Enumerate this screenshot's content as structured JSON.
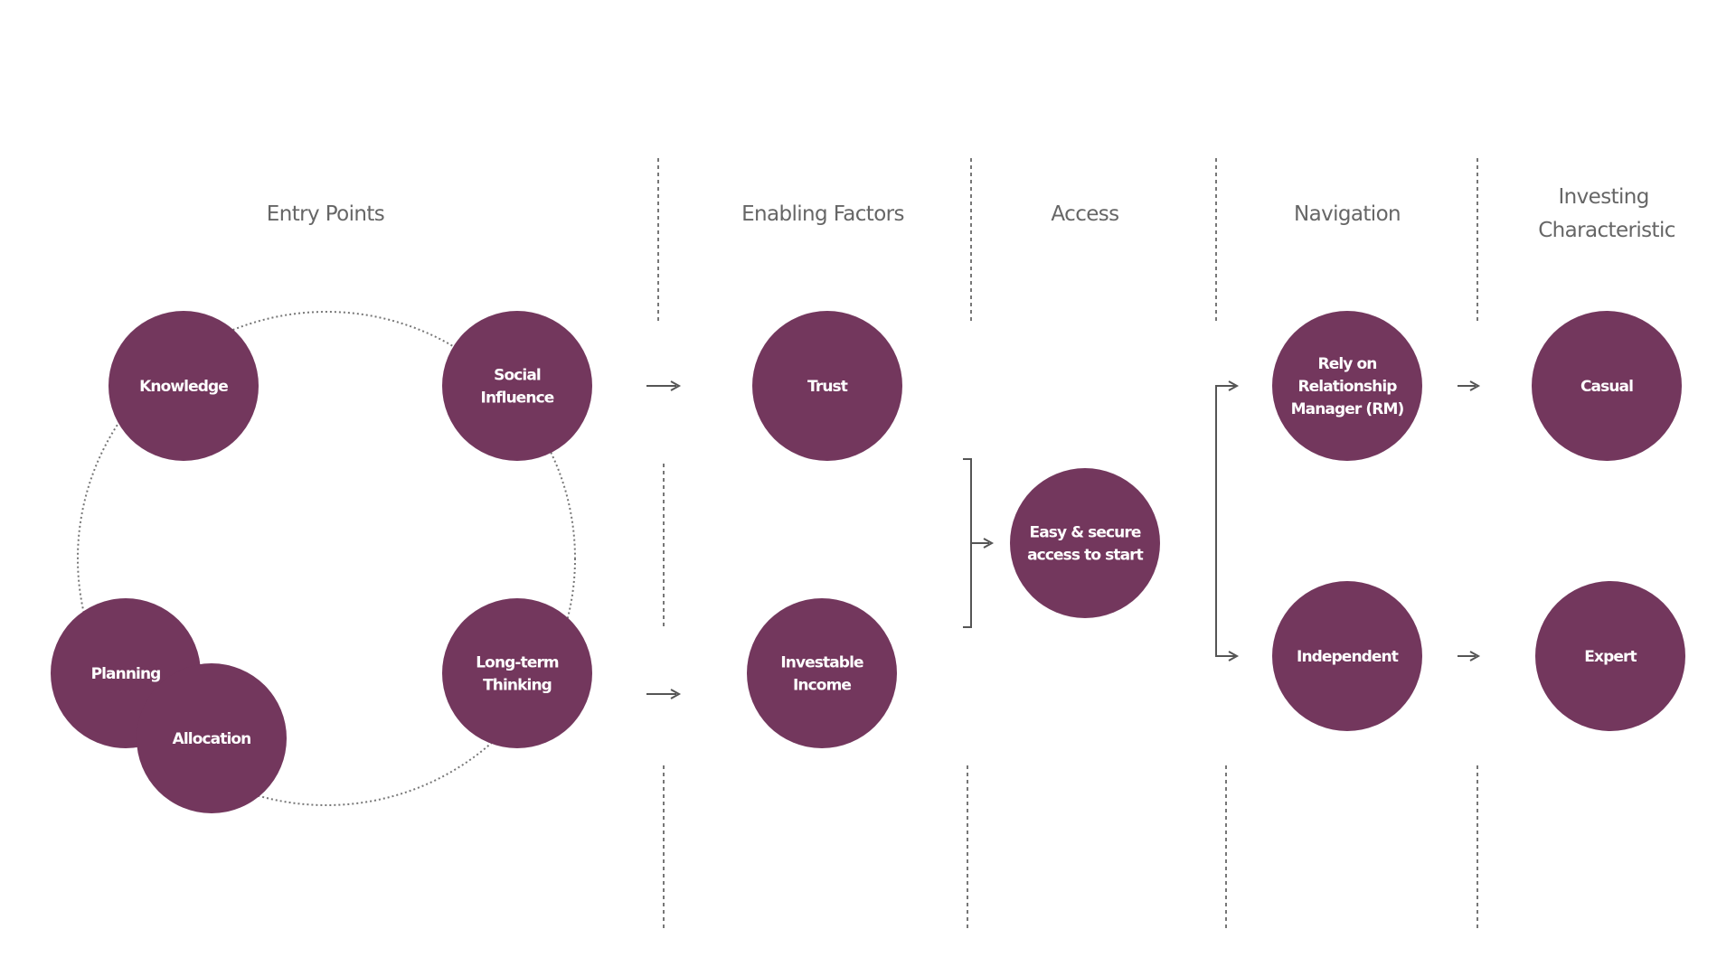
{
  "headers": {
    "entry_points": "Entry Points",
    "enabling_factors": "Enabling Factors",
    "access": "Access",
    "navigation": "Navigation",
    "investing_characteristic": [
      "Investing",
      "Characteristic"
    ]
  },
  "nodes": {
    "knowledge": [
      "Knowledge"
    ],
    "social_influence": [
      "Social",
      "Influence"
    ],
    "planning": [
      "Planning"
    ],
    "allocation": [
      "Allocation"
    ],
    "long_term_thinking": [
      "Long-term",
      "Thinking"
    ],
    "trust": [
      "Trust"
    ],
    "investable_income": [
      "Investable",
      "Income"
    ],
    "easy_secure_access": [
      "Easy  & secure",
      "access to start"
    ],
    "rely_on_rm": [
      "Rely on",
      "Relationship",
      "Manager (RM)"
    ],
    "independent": [
      "Independent"
    ],
    "casual": [
      "Casual"
    ],
    "expert": [
      "Expert"
    ]
  },
  "colors": {
    "node_fill": "#73375D",
    "header_text": "#666666",
    "line": "#555555"
  }
}
